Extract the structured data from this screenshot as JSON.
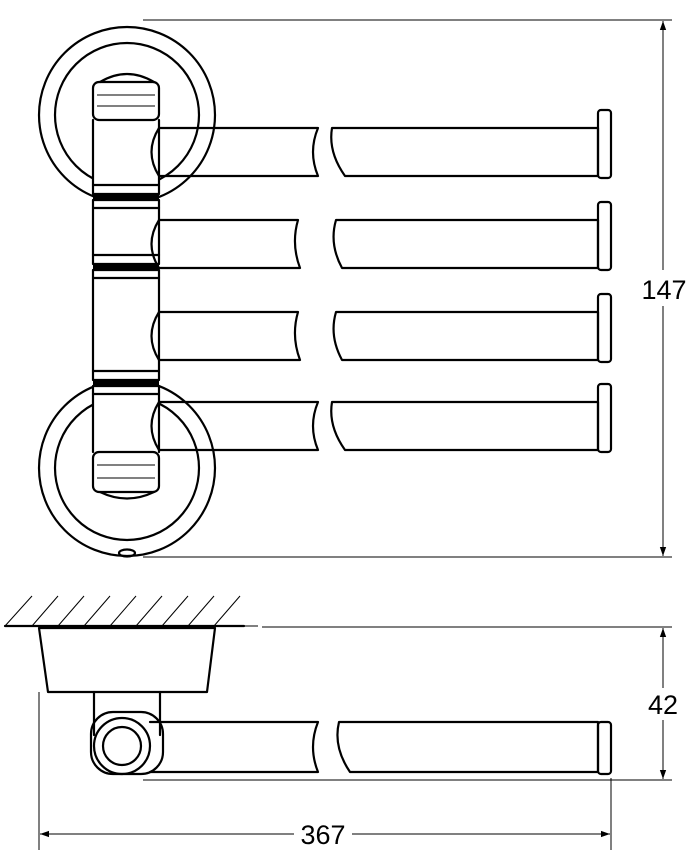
{
  "drawing": {
    "dimensions": {
      "height": "147",
      "depth": "42",
      "width": "367"
    },
    "bar_count": 4
  }
}
